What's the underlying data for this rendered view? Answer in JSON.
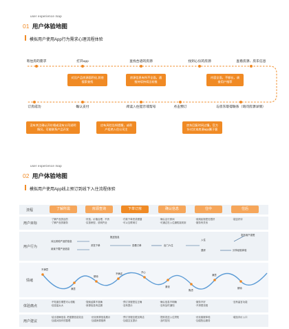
{
  "header1": {
    "en": "user experience map",
    "num": "01",
    "title": "用户体验地图",
    "subtitle": "模拟用户使用App行为需求心理流程体验"
  },
  "map1": {
    "steps_top": [
      "有住房的需求",
      "打开app",
      "查找合适的房源",
      "找到心仪的房源",
      "查看房源、房东信息"
    ],
    "steps_bottom": [
      "订房成功",
      "确认支付",
      "阅读入住提示或帮号",
      "点击预订",
      "与房东取得联系（询问房源详情）"
    ],
    "notes_top": [
      "对比产品房源面积化,其他搜索查找",
      "房源信息有所不全面，通推持续持续比较推",
      "内容全面，不够长，调查用户推荐"
    ],
    "notes_bottom": [
      "没有关注确认开价格或没有公司说明情况，可能联系产品开发",
      "应有风险告知提醒，或帮户拒绝入住公司主",
      "房东回复时间过慢，官方针对文本房源app属于客"
    ]
  },
  "header2": {
    "en": "user experience map",
    "num": "02",
    "title": "用户体验地图",
    "subtitle": "模拟用户使用App线上预订到线下入住流程体验"
  },
  "map2": {
    "lanes": [
      "流程",
      "用户目标",
      "用户行为",
      "情绪",
      "体验痛点",
      "用户建议"
    ],
    "stages": [
      "了解所需",
      "房源查询",
      "下单订房",
      "确认信息",
      "住中",
      "住后"
    ],
    "goals": [
      "·了解产品的目的\n·了解产品的服务",
      "·好选，价格合理，不贵\n·实惠房型，说明齐全",
      "·付款下单完成便捷\n·可以互联网订",
      "·确认出行房间\n·可通过在入住通知接到到",
      "·使用民宿是无限好\n·服务有关系",
      "·能否好评"
    ],
    "actions": [
      "对比其他产品的信息",
      "阅读下载产品信息",
      "浏览下单",
      "查看订单",
      "推送信息",
      "出门人住",
      "入住",
      "退房",
      "分享经验体验",
      "发布用户感受"
    ],
    "emotions": [
      "不满意",
      "满意",
      "期待",
      "不确定",
      "开心",
      "紧张",
      "焦虑",
      "满意",
      "期待"
    ],
    "pains": [
      "·不知道去哪里可以领取\n·信息量太大",
      "·搜索结果不准确\n·房源信息有遗漏",
      "·预订流程是否正确\n·没有提示",
      "·确认信息不明确\n·没有及时通知",
      "·服务不好\n·不清楚流程",
      "·没有留言功能"
    ],
    "suggestions": [
      "·给出准确信息, 把重要信息突出\n·加强对操作的整理",
      "·优化房源信息展示\n·加强房源推荐",
      "·预订流程应更加简洁\n·加强交互提示",
      "·提前发送入住须知\n·及时告知",
      "·优化客服体验\n·加强售后服务",
      "·增加评价入口"
    ]
  },
  "colors": {
    "accent": "#f08a24",
    "stage_a": "#f6a65a",
    "stage_b": "#f08a24",
    "curve": "#5b9bd5"
  }
}
